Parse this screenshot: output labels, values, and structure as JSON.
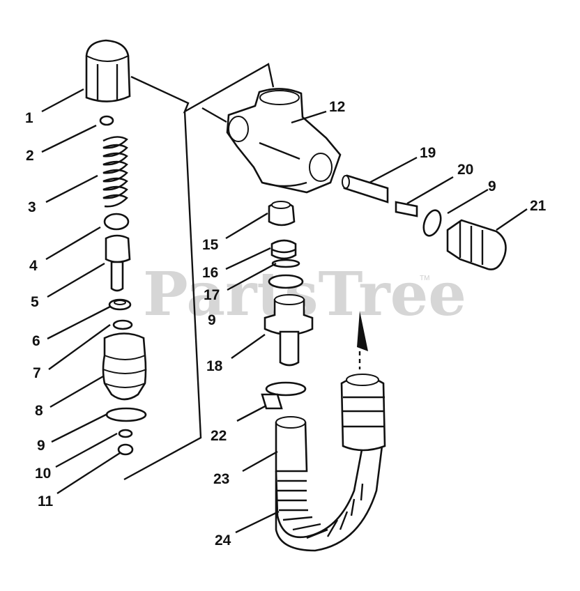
{
  "watermark": {
    "text": "PartsTree",
    "trademark": "TM"
  },
  "callouts": {
    "c1": "1",
    "c2": "2",
    "c3": "3",
    "c4": "4",
    "c5": "5",
    "c6": "6",
    "c7": "7",
    "c8": "8",
    "c9a": "9",
    "c10": "10",
    "c11": "11",
    "c12": "12",
    "c15": "15",
    "c16": "16",
    "c17": "17",
    "c9b": "9",
    "c18": "18",
    "c19": "19",
    "c20": "20",
    "c9c": "9",
    "c21": "21",
    "c22": "22",
    "c23": "23",
    "c24": "24"
  },
  "icons": {
    "flow_arrow": "arrow-up-icon"
  }
}
